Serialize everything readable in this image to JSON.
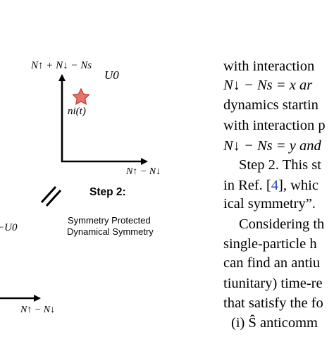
{
  "figure": {
    "top_panel": {
      "y_axis_label": "N↑ + N↓ − Ns",
      "x_axis_label": "N↑ − N↓",
      "energy_label": "U0",
      "point_label": "ni(t)",
      "star_color": "#e8736a"
    },
    "parallel_symbol": "//",
    "step_title": "Step 2:",
    "step_caption_line1": "Symmetry Protected",
    "step_caption_line2": "Dynamical Symmetry",
    "left_panel": {
      "partial_energy_label": "−U0",
      "x_axis_label": "N↑ − N↓"
    }
  },
  "text_column": {
    "lines": [
      "with interaction",
      "N↓ − Ns = x ar",
      "dynamics startin",
      "with interaction p",
      "N↓ − Ns = y and",
      "Step 2. This st",
      "in Ref. [4], whic",
      "ical symmetry”.",
      "Considering th",
      "single-particle h",
      "can find an antiu",
      "tiunitary) time-re",
      "that satisfy the fo",
      "(i) Ŝ anticomm"
    ],
    "ref_number": "4"
  }
}
